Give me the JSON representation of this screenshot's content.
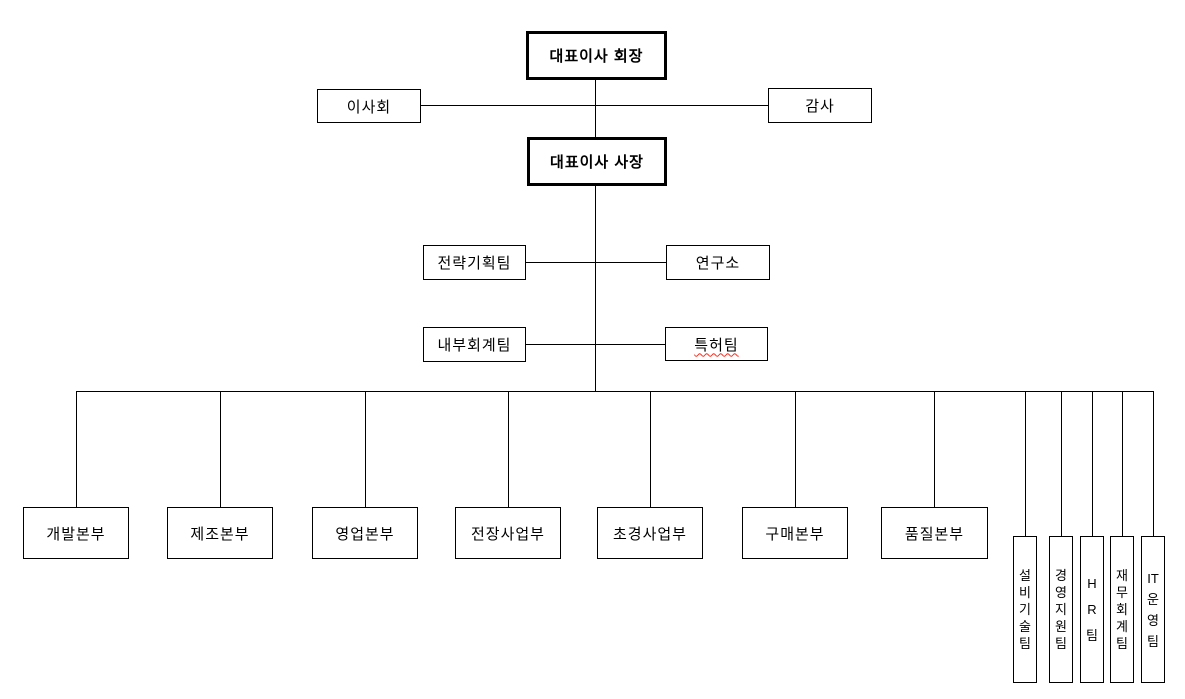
{
  "chart": {
    "type": "org-chart",
    "background": "#ffffff",
    "line_color": "#000000",
    "misspell_underline_color": "#ff2a1a"
  },
  "nodes": {
    "chairman": {
      "label": "대표이사 회장",
      "level": "executive"
    },
    "board": {
      "label": "이사회"
    },
    "auditor": {
      "label": "감사"
    },
    "president": {
      "label": "대표이사 사장",
      "level": "executive"
    },
    "strategy_planning_team": {
      "label": "전략기획팀"
    },
    "research_institute": {
      "label": "연구소"
    },
    "internal_accounting_team": {
      "label": "내부회계팀"
    },
    "patent_team": {
      "label": "특허팀",
      "misspelled": true
    },
    "development_hq": {
      "label": "개발본부"
    },
    "manufacturing_hq": {
      "label": "제조본부"
    },
    "sales_hq": {
      "label": "영업본부"
    },
    "electronics_div": {
      "label": "전장사업부"
    },
    "carbide_div": {
      "label": "초경사업부"
    },
    "purchasing_hq": {
      "label": "구매본부"
    },
    "quality_hq": {
      "label": "품질본부"
    },
    "facility_tech_team": {
      "label": "설비기술팀",
      "lines": [
        "설",
        "비",
        "기",
        "술",
        "팀"
      ]
    },
    "mgmt_support_team": {
      "label": "경영지원팀",
      "lines": [
        "경",
        "영",
        "지",
        "원",
        "팀"
      ]
    },
    "hr_team": {
      "label": "HR팀",
      "lines": [
        "H",
        "R",
        "팀"
      ]
    },
    "finance_accounting_team": {
      "label": "재무회계팀",
      "lines": [
        "재",
        "무",
        "회",
        "계",
        "팀"
      ]
    },
    "it_operations_team": {
      "label": "IT운영팀",
      "lines": [
        "IT",
        "운",
        "영",
        "팀"
      ]
    }
  }
}
